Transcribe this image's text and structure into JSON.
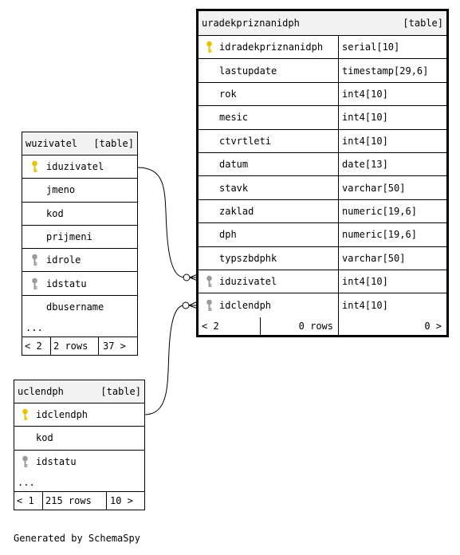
{
  "tables": {
    "uradekpriznanidph": {
      "name": "uradekpriznanidph",
      "tag": "[table]",
      "columns": [
        {
          "name": "idradekpriznanidph",
          "type": "serial[10]",
          "key": "primary"
        },
        {
          "name": "lastupdate",
          "type": "timestamp[29,6]",
          "key": ""
        },
        {
          "name": "rok",
          "type": "int4[10]",
          "key": ""
        },
        {
          "name": "mesic",
          "type": "int4[10]",
          "key": ""
        },
        {
          "name": "ctvrtleti",
          "type": "int4[10]",
          "key": ""
        },
        {
          "name": "datum",
          "type": "date[13]",
          "key": ""
        },
        {
          "name": "stavk",
          "type": "varchar[50]",
          "key": ""
        },
        {
          "name": "zaklad",
          "type": "numeric[19,6]",
          "key": ""
        },
        {
          "name": "dph",
          "type": "numeric[19,6]",
          "key": ""
        },
        {
          "name": "typszbdphk",
          "type": "varchar[50]",
          "key": ""
        },
        {
          "name": "iduzivatel",
          "type": "int4[10]",
          "key": "foreign"
        },
        {
          "name": "idclendph",
          "type": "int4[10]",
          "key": "foreign"
        }
      ],
      "footer": {
        "left": "< 2",
        "mid": "0 rows",
        "right": "0 >"
      }
    },
    "wuzivatel": {
      "name": "wuzivatel",
      "tag": "[table]",
      "columns": [
        {
          "name": "iduzivatel",
          "key": "primary"
        },
        {
          "name": "jmeno",
          "key": ""
        },
        {
          "name": "kod",
          "key": ""
        },
        {
          "name": "prijmeni",
          "key": ""
        },
        {
          "name": "idrole",
          "key": "foreign"
        },
        {
          "name": "idstatu",
          "key": "foreign"
        },
        {
          "name": "dbusername",
          "key": ""
        }
      ],
      "more": "...",
      "footer": {
        "left": "< 2",
        "mid": "2 rows",
        "right": "37 >"
      }
    },
    "uclendph": {
      "name": "uclendph",
      "tag": "[table]",
      "columns": [
        {
          "name": "idclendph",
          "key": "primary"
        },
        {
          "name": "kod",
          "key": ""
        },
        {
          "name": "idstatu",
          "key": "foreign"
        }
      ],
      "more": "...",
      "footer": {
        "left": "< 1",
        "mid": "215 rows",
        "right": "10 >"
      }
    }
  },
  "icons": {
    "primary": "key-icon-gold",
    "foreign": "key-icon-gray"
  },
  "colors": {
    "primary_key": "#e6c300",
    "foreign_key": "#9a9a9a",
    "header_bg": "#f2f2f2"
  },
  "footer_text": "Generated by SchemaSpy"
}
